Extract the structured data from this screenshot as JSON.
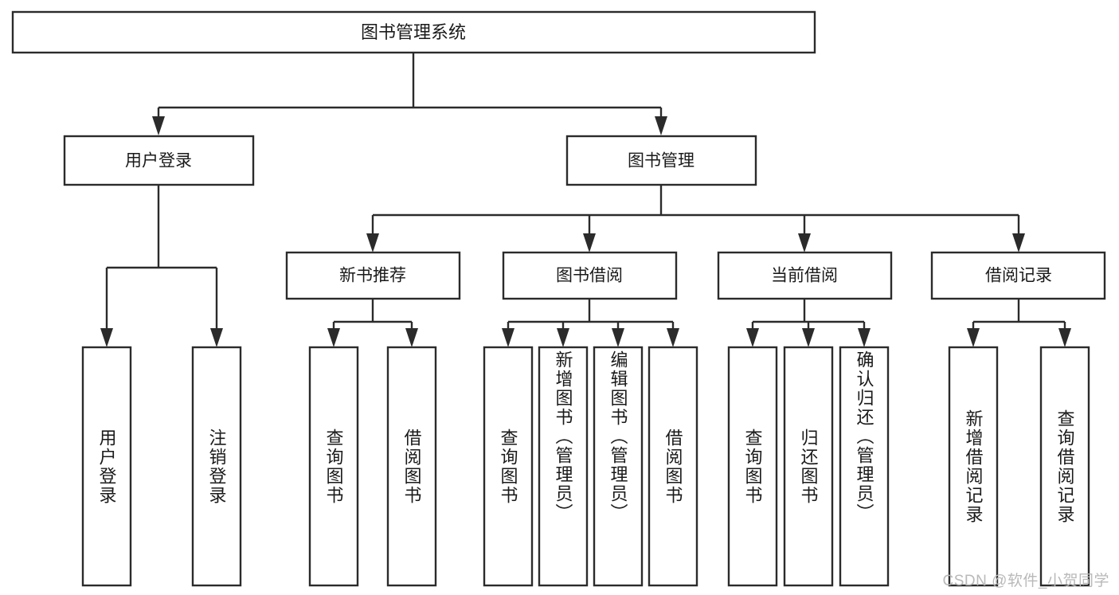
{
  "diagram": {
    "type": "tree-hierarchy",
    "title": "图书管理系统",
    "watermark": "CSDN @软件_小贺同学",
    "colors": {
      "stroke": "#2b2b2b",
      "fill": "#ffffff",
      "text": "#1a1a1a",
      "watermark": "#b9b9b9"
    },
    "levels": {
      "root": {
        "label": "图书管理系统",
        "orientation": "horizontal"
      },
      "level2": [
        {
          "label": "用户登录",
          "orientation": "horizontal"
        },
        {
          "label": "图书管理",
          "orientation": "horizontal"
        }
      ],
      "level3": [
        {
          "label": "新书推荐",
          "orientation": "horizontal",
          "parent": "图书管理"
        },
        {
          "label": "图书借阅",
          "orientation": "horizontal",
          "parent": "图书管理"
        },
        {
          "label": "当前借阅",
          "orientation": "horizontal",
          "parent": "图书管理"
        },
        {
          "label": "借阅记录",
          "orientation": "horizontal",
          "parent": "图书管理"
        }
      ],
      "leaves": [
        {
          "label": "用户登录",
          "orientation": "vertical",
          "parent": "用户登录"
        },
        {
          "label": "注销登录",
          "orientation": "vertical",
          "parent": "用户登录"
        },
        {
          "label": "查询图书",
          "orientation": "vertical",
          "parent": "新书推荐"
        },
        {
          "label": "借阅图书",
          "orientation": "vertical",
          "parent": "新书推荐"
        },
        {
          "label": "查询图书",
          "orientation": "vertical",
          "parent": "图书借阅"
        },
        {
          "label": "新增图书（管理员）",
          "orientation": "vertical",
          "parent": "图书借阅"
        },
        {
          "label": "编辑图书（管理员）",
          "orientation": "vertical",
          "parent": "图书借阅"
        },
        {
          "label": "借阅图书",
          "orientation": "vertical",
          "parent": "图书借阅"
        },
        {
          "label": "查询图书",
          "orientation": "vertical",
          "parent": "当前借阅"
        },
        {
          "label": "归还图书",
          "orientation": "vertical",
          "parent": "当前借阅"
        },
        {
          "label": "确认归还（管理员）",
          "orientation": "vertical",
          "parent": "当前借阅"
        },
        {
          "label": "新增借阅记录",
          "orientation": "vertical",
          "parent": "借阅记录"
        },
        {
          "label": "查询借阅记录",
          "orientation": "vertical",
          "parent": "借阅记录"
        }
      ]
    }
  }
}
